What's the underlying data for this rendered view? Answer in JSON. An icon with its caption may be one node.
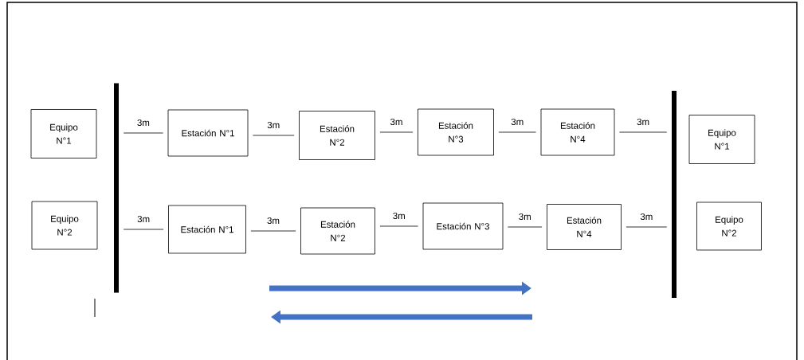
{
  "diagram": {
    "nodes": [
      {
        "text": [
          "Equipo N°1"
        ]
      },
      {
        "text": [
          "Equipo N°2"
        ]
      },
      {
        "text": [],
        "shape": "bar"
      },
      {
        "text": [
          "Estación N°1"
        ]
      },
      {
        "text": [
          "Estación N°2"
        ]
      },
      {
        "text": [
          "Estación N°3"
        ]
      },
      {
        "text": [
          "Estación N°4"
        ]
      },
      {
        "text": [
          "Estación N°1"
        ]
      },
      {
        "text": [
          "Estación N°2"
        ]
      },
      {
        "text": [
          "Estación N°3"
        ]
      },
      {
        "text": [
          "Estación N°4"
        ]
      },
      {
        "text": [],
        "shape": "bar"
      },
      {
        "text": [
          "Equipo N°1"
        ]
      },
      {
        "text": [
          "Equipo N°2"
        ]
      }
    ],
    "edges": [
      {
        "from": 2,
        "to": 3,
        "arrow": "none",
        "label": "3m"
      },
      {
        "from": 3,
        "to": 4,
        "arrow": "none",
        "label": "3m"
      },
      {
        "from": 4,
        "to": 5,
        "arrow": "none",
        "label": "3m"
      },
      {
        "from": 5,
        "to": 6,
        "arrow": "none",
        "label": "3m"
      },
      {
        "from": 6,
        "to": 11,
        "arrow": "none",
        "label": "3m"
      },
      {
        "from": 2,
        "to": 7,
        "arrow": "none",
        "label": "3m"
      },
      {
        "from": 7,
        "to": 8,
        "arrow": "none",
        "label": "3m"
      },
      {
        "from": 8,
        "to": 9,
        "arrow": "none",
        "label": "3m"
      },
      {
        "from": 9,
        "to": 10,
        "arrow": "none",
        "label": "3m"
      },
      {
        "from": 10,
        "to": 11,
        "arrow": "none",
        "label": "3m"
      }
    ]
  }
}
